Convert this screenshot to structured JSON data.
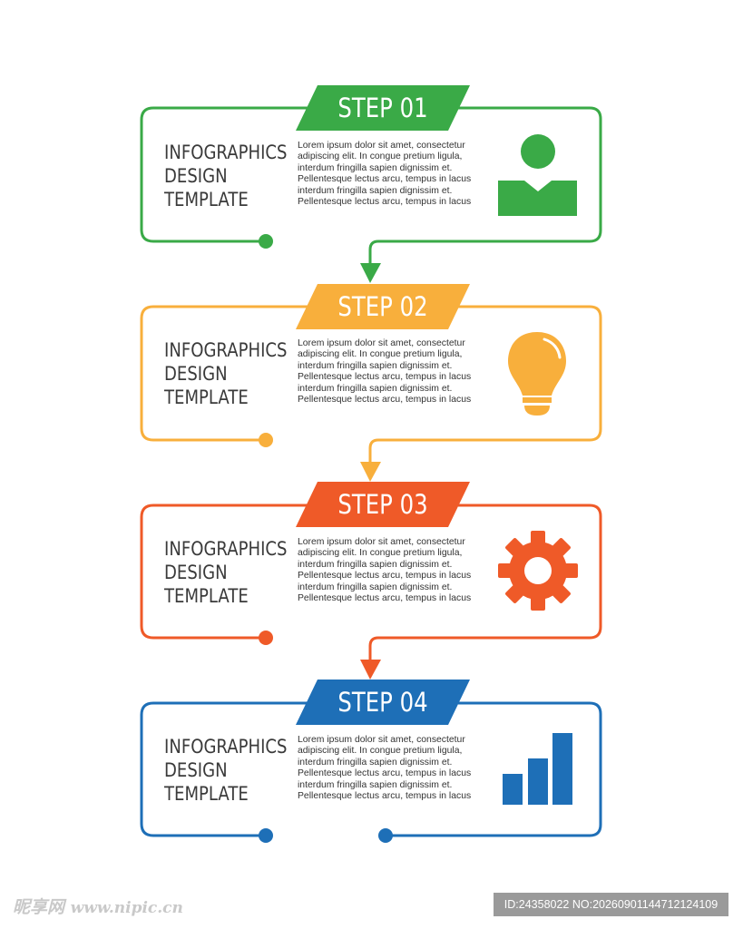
{
  "steps": [
    {
      "label": "STEP 01",
      "color": "#3AAA47",
      "icon": "user-icon",
      "heading": [
        "INFOGRAPHICS",
        "DESIGN",
        "TEMPLATE"
      ],
      "body": [
        "Lorem ipsum dolor sit amet, consectetur",
        "adipiscing elit. In congue pretium ligula,",
        "interdum fringilla sapien dignissim et.",
        "Pellentesque lectus arcu, tempus in lacus",
        "interdum fringilla sapien dignissim et.",
        "Pellentesque lectus arcu, tempus in lacus"
      ]
    },
    {
      "label": "STEP 02",
      "color": "#F8AF3C",
      "icon": "lightbulb-icon",
      "heading": [
        "INFOGRAPHICS",
        "DESIGN",
        "TEMPLATE"
      ],
      "body": [
        "Lorem ipsum dolor sit amet, consectetur",
        "adipiscing elit. In congue pretium ligula,",
        "interdum fringilla sapien dignissim et.",
        "Pellentesque lectus arcu, tempus in lacus",
        "interdum fringilla sapien dignissim et.",
        "Pellentesque lectus arcu, tempus in lacus"
      ]
    },
    {
      "label": "STEP 03",
      "color": "#EF5A28",
      "icon": "gear-icon",
      "heading": [
        "INFOGRAPHICS",
        "DESIGN",
        "TEMPLATE"
      ],
      "body": [
        "Lorem ipsum dolor sit amet, consectetur",
        "adipiscing elit. In congue pretium ligula,",
        "interdum fringilla sapien dignissim et.",
        "Pellentesque lectus arcu, tempus in lacus",
        "interdum fringilla sapien dignissim et.",
        "Pellentesque lectus arcu, tempus in lacus"
      ]
    },
    {
      "label": "STEP 04",
      "color": "#1E6FB7",
      "icon": "bar-chart-icon",
      "heading": [
        "INFOGRAPHICS",
        "DESIGN",
        "TEMPLATE"
      ],
      "body": [
        "Lorem ipsum dolor sit amet, consectetur",
        "adipiscing elit. In congue pretium ligula,",
        "interdum fringilla sapien dignissim et.",
        "Pellentesque lectus arcu, tempus in lacus",
        "interdum fringilla sapien dignissim et.",
        "Pellentesque lectus arcu, tempus in lacus"
      ]
    }
  ],
  "watermark": {
    "site": "昵享网",
    "url": "www.nipic.cn",
    "id_text": "ID:24358022 NO:20260901144712124109"
  }
}
